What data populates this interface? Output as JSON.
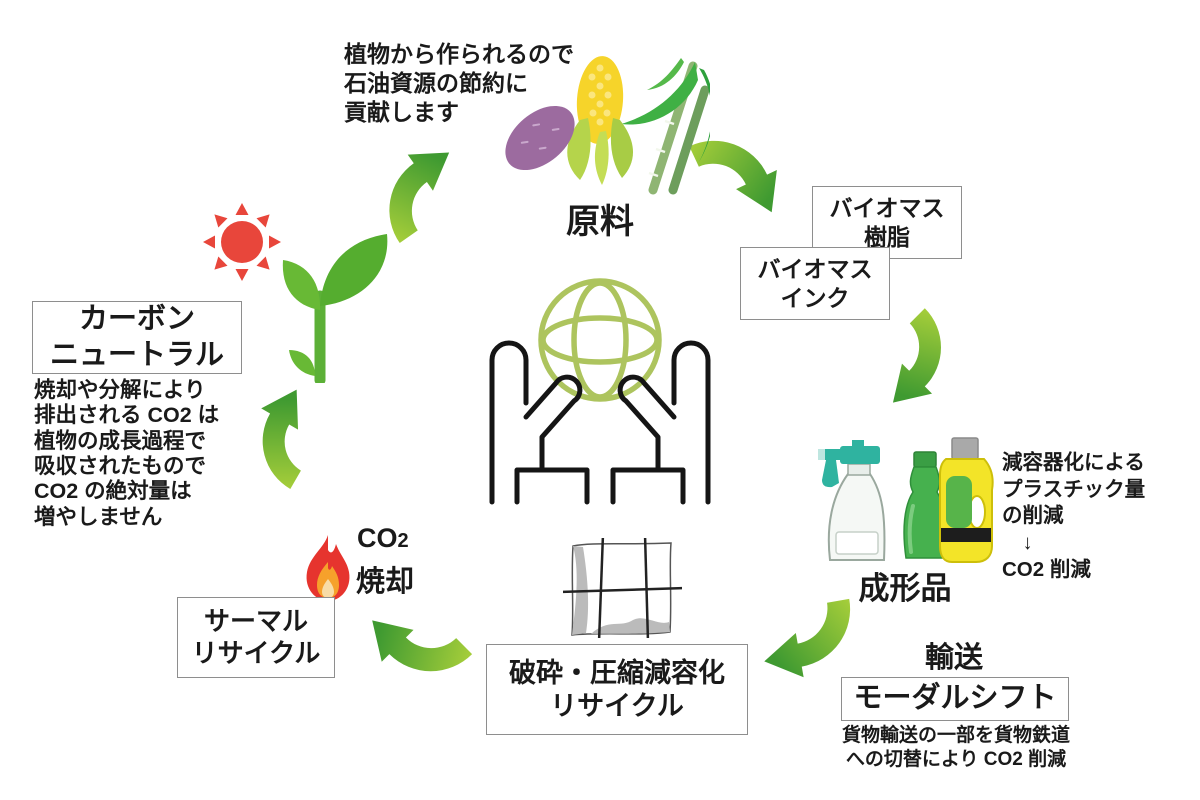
{
  "diagram": {
    "intro": "植物から作られるので\n石油資源の節約に\n貢献します",
    "stage_raw_material": "原料",
    "stage_molded": "成形品",
    "stage_transport": "輸送",
    "stage_incineration": "焼却",
    "flame_co": "CO",
    "flame_two": "2",
    "box_biomass_resin": "バイオマス\n樹脂",
    "box_biomass_ink": "バイオマス\nインク",
    "box_carbon_neutral": "カーボン\nニュートラル",
    "box_thermal": "サーマル\nリサイクル",
    "box_crush": "破砕・圧縮減容化\nリサイクル",
    "box_modal_shift": "モーダルシフト",
    "desc_carbon": "焼却や分解により\n排出される CO2 は\n植物の成長過程で\n吸収されたもので\nCO2 の絶対量は\n増やしません",
    "desc_volume": "減容器化による\nプラスチック量\nの削減\n　↓\nCO2 削減",
    "desc_modal": "貨物輸送の一部を貨物鉄道\nへの切替により CO2 削減"
  },
  "icons": {
    "sun": "sun-icon",
    "sprout": "seedling-icon",
    "crops": "crops-icon",
    "earth_hands": "hands-holding-globe-icon",
    "flame": "flame-icon",
    "bottles": "plastic-bottles-icon",
    "bale": "compressed-bale-icon",
    "cycle_arrow": "cycle-arrow-icon"
  },
  "colors": {
    "arrow_light": "#a6ce3a",
    "arrow_dark": "#3f9a31",
    "sun": "#e8463b",
    "leaf": "#68b935",
    "leaf_dark": "#55ad2f",
    "stem": "#5cb037",
    "globe": "#adc45e",
    "hand_line": "#151515",
    "flame_outer": "#e6342e",
    "flame_mid": "#f6a12b",
    "flame_inner": "#f8dca6",
    "potato": "#9c6b9f",
    "corn": "#f6d42a",
    "husk": "#b5d44b",
    "cane_leaf": "#3fb044",
    "cane_stalk": "#84b06d",
    "spray_teal": "#2fb3a0",
    "bottle_green": "#46b14e",
    "jug_yellow": "#f3e428",
    "jug_band": "#1d1d1d",
    "cap_gray": "#a9a9a9",
    "bale_gray": "#bbbbbb",
    "text": "#1a1a1a",
    "box_border": "#8e8e8e"
  }
}
